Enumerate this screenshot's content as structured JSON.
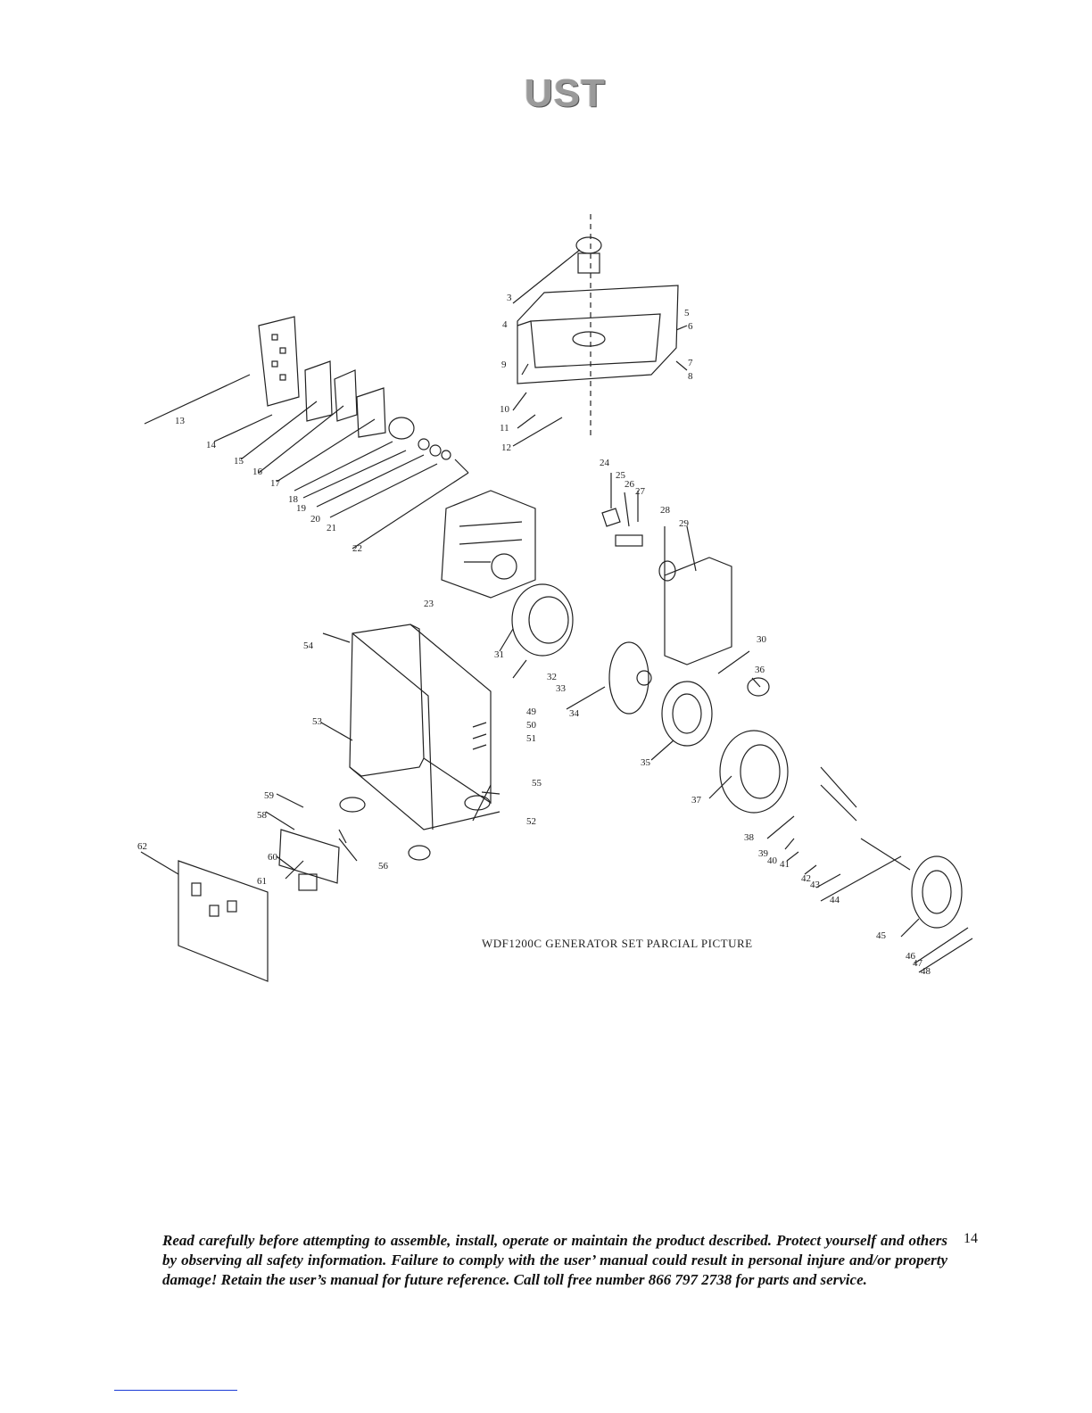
{
  "header": {
    "logo_text": "UST"
  },
  "diagram": {
    "caption": "WDF1200C GENERATOR SET PARCIAL PICTURE",
    "part_numbers": [
      "3",
      "4",
      "5",
      "6",
      "7",
      "8",
      "9",
      "10",
      "11",
      "12",
      "13",
      "14",
      "15",
      "16",
      "17",
      "18",
      "19",
      "20",
      "21",
      "22",
      "23",
      "24",
      "25",
      "26",
      "27",
      "28",
      "29",
      "30",
      "31",
      "32",
      "33",
      "34",
      "35",
      "36",
      "37",
      "38",
      "39",
      "40",
      "41",
      "42",
      "43",
      "44",
      "45",
      "46",
      "47",
      "48",
      "49",
      "50",
      "51",
      "52",
      "53",
      "54",
      "55",
      "56",
      "58",
      "59",
      "60",
      "61",
      "62"
    ]
  },
  "footer": {
    "text": "Read carefully before attempting to assemble, install, operate or maintain the product described. Protect yourself and others by observing all safety information. Failure to comply with the user’ manual could result in personal injure and/or property damage! Retain the user’s manual for future reference. Call toll free number 866 797 2738 for parts and service.",
    "page_number": "14"
  }
}
